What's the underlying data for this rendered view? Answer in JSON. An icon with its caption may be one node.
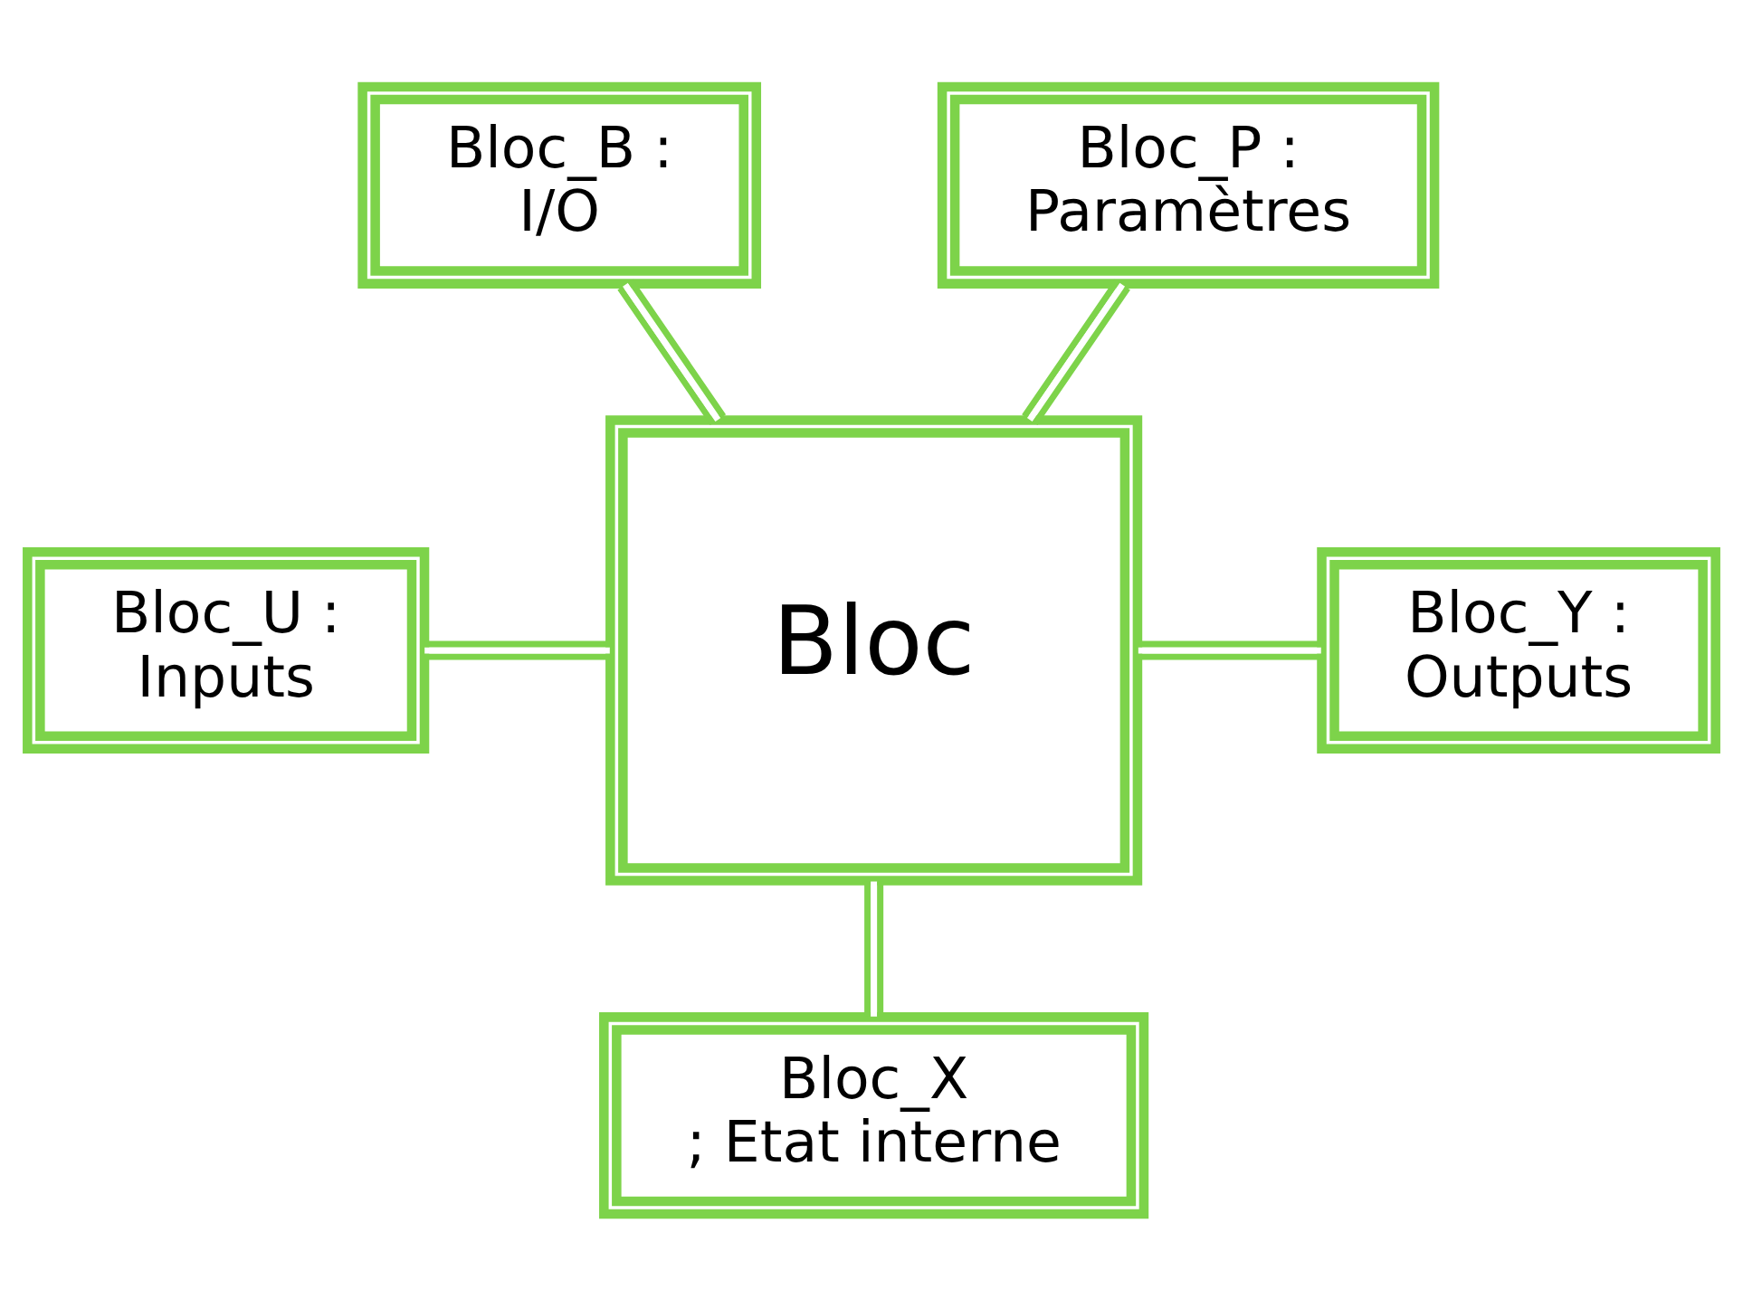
{
  "diagram": {
    "nodes": [
      {
        "text": [
          "Bloc_B : I/O"
        ]
      },
      {
        "text": [
          "Bloc_P : Paramètres"
        ]
      },
      {
        "text": [
          "Bloc"
        ]
      },
      {
        "text": [
          "Bloc_U : Inputs"
        ]
      },
      {
        "text": [
          "Bloc_Y : Outputs"
        ]
      },
      {
        "text": [
          "Bloc_X ; Etat interne"
        ]
      }
    ],
    "edges": [
      {
        "from": 0,
        "to": 2,
        "arrow": "none"
      },
      {
        "from": 1,
        "to": 2,
        "arrow": "none"
      },
      {
        "from": 3,
        "to": 2,
        "arrow": "none"
      },
      {
        "from": 2,
        "to": 4,
        "arrow": "none"
      },
      {
        "from": 2,
        "to": 5,
        "arrow": "none"
      }
    ]
  }
}
